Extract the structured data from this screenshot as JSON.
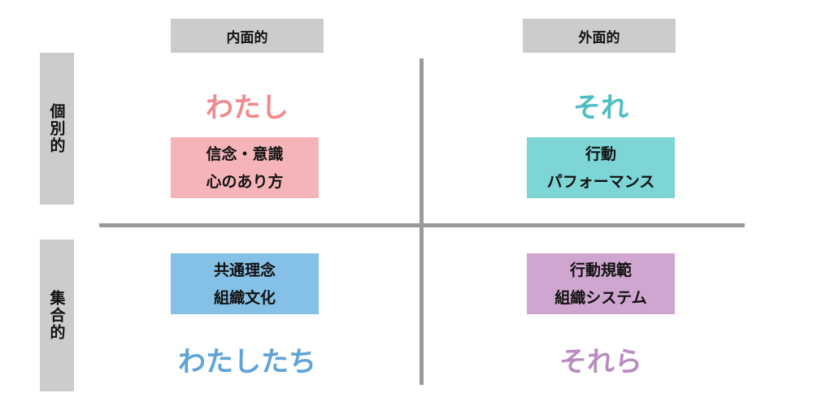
{
  "columns": [
    "内面的",
    "外面的"
  ],
  "rows": [
    "個別的",
    "集合的"
  ],
  "quadrants": [
    {
      "title": "わたし",
      "lines": [
        "信念・意識",
        "心のあり方"
      ],
      "title_color": "#ef8a8e",
      "box_color": "#f5b5b8"
    },
    {
      "title": "それ",
      "lines": [
        "行動",
        "パフォーマンス"
      ],
      "title_color": "#4dbfc2",
      "box_color": "#7dd5d6"
    },
    {
      "title": "わたしたち",
      "lines": [
        "共通理念",
        "組織文化"
      ],
      "title_color": "#5fa4d8",
      "box_color": "#85c0e6"
    },
    {
      "title": "それら",
      "lines": [
        "行動規範",
        "組織システム"
      ],
      "title_color": "#b98cc0",
      "box_color": "#cfa6d0"
    }
  ]
}
